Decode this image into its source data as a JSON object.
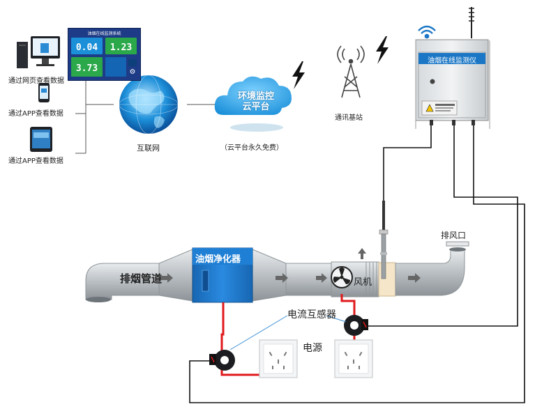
{
  "viewers": [
    {
      "label": "通过网页查看数据",
      "icon": "desktop-computer-icon"
    },
    {
      "label": "通过APP查看数据",
      "icon": "smartphone-icon"
    },
    {
      "label": "通过APP查看数据",
      "icon": "tablet-icon"
    }
  ],
  "monitor_screen": {
    "title": "油烟在线监测系统",
    "readings": [
      "0.04",
      "1.23",
      "3.73"
    ]
  },
  "internet": {
    "label": "互联网",
    "icon": "globe-icon"
  },
  "cloud": {
    "line1": "环境监控",
    "line2": "云平台",
    "note": "（云平台永久免费）",
    "icon": "cloud-icon"
  },
  "tower": {
    "label": "通讯基站",
    "icon": "signal-tower-icon"
  },
  "monitor_box": {
    "label": "油烟在线监测仪"
  },
  "duct": {
    "pipe_label": "排烟管道",
    "purifier_label": "油烟净化器",
    "fan_label": "风机",
    "exhaust_label": "排风口"
  },
  "sensors": {
    "current_transformer": "电流互感器",
    "power": "电源"
  },
  "colors": {
    "box_header": "#1b77c6",
    "purifier": "#1a74c8",
    "power_wire": "#e0191c",
    "signal_wire": "#111111"
  }
}
